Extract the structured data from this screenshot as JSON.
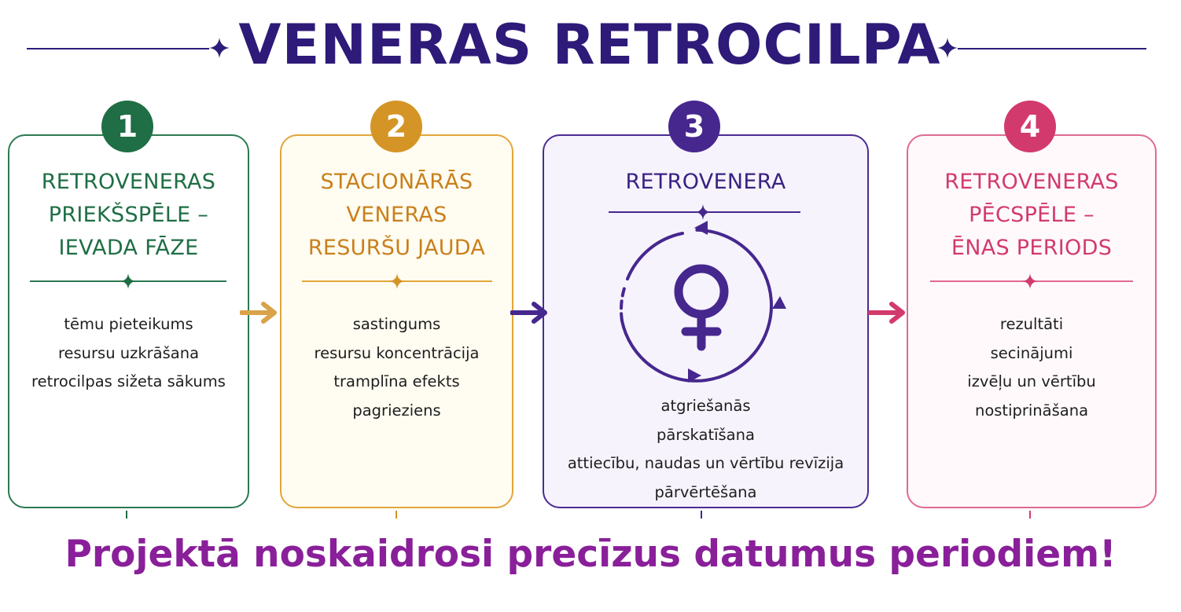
{
  "title": "VENERAS RETROCILPA",
  "colors": {
    "title": "#2e1a78",
    "green": "#1f6e45",
    "gold": "#d59426",
    "purple": "#46278e",
    "pink": "#d23a6e",
    "footer": "#8a1f9a"
  },
  "phases": [
    {
      "number": "1",
      "title_lines": [
        "RETROVENERAS",
        "PRIEKŠSPĒLE –",
        "IEVADA FĀZE"
      ],
      "items": [
        "tēmu pieteikums",
        "resursu uzkrāšana",
        "retrocilpas sižeta sākums"
      ]
    },
    {
      "number": "2",
      "title_lines": [
        "STACIONĀRĀS",
        "VENERAS",
        "RESURŠU JAUDA"
      ],
      "items": [
        "sastingums",
        "resursu koncentrācija",
        "tramplīna efekts",
        "pagrieziens"
      ]
    },
    {
      "number": "3",
      "title_lines": [
        "RETROVENERA"
      ],
      "icon": "venus-symbol-icon",
      "items": [
        "atgriešanās",
        "pārskatīšana",
        "attiecību, naudas un vērtību revīzija",
        "pārvērtēšana"
      ]
    },
    {
      "number": "4",
      "title_lines": [
        "RETROVENERAS",
        "PĒCSPĒLE –",
        "ĒNAS PERIODS"
      ],
      "items": [
        "rezultāti",
        "secinājumi",
        "izvēļu un vērtību",
        "nostiprināšana"
      ]
    }
  ],
  "footer": "Projektā noskaidrosi precīzus datumus periodiem!"
}
